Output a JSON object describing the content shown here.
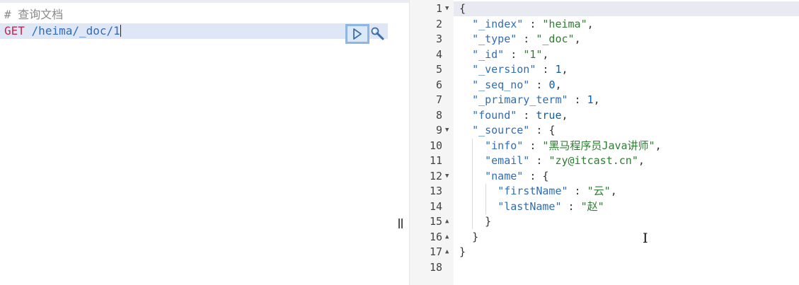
{
  "request": {
    "comment": "# 查询文档",
    "method": "GET",
    "path": "/heima/_doc/1"
  },
  "toolbar": {
    "run_icon": "play-icon",
    "settings_icon": "wrench-icon"
  },
  "response": {
    "line_numbers": [
      "1",
      "2",
      "3",
      "4",
      "5",
      "6",
      "7",
      "8",
      "9",
      "10",
      "11",
      "12",
      "13",
      "14",
      "15",
      "16",
      "17",
      "18"
    ],
    "lines": {
      "l1": "{",
      "l2": {
        "key": "\"_index\"",
        "sep": " : ",
        "value": "\"heima\"",
        "end": ","
      },
      "l3": {
        "key": "\"_type\"",
        "sep": " : ",
        "value": "\"_doc\"",
        "end": ","
      },
      "l4": {
        "key": "\"_id\"",
        "sep": " : ",
        "value": "\"1\"",
        "end": ","
      },
      "l5": {
        "key": "\"_version\"",
        "sep": " : ",
        "value": "1",
        "end": ","
      },
      "l6": {
        "key": "\"_seq_no\"",
        "sep": " : ",
        "value": "0",
        "end": ","
      },
      "l7": {
        "key": "\"_primary_term\"",
        "sep": " : ",
        "value": "1",
        "end": ","
      },
      "l8": {
        "key": "\"found\"",
        "sep": " : ",
        "value": "true",
        "end": ","
      },
      "l9": {
        "key": "\"_source\"",
        "sep": " : ",
        "value": "{"
      },
      "l10": {
        "key": "\"info\"",
        "sep": " : ",
        "value": "\"黑马程序员Java讲师\"",
        "end": ","
      },
      "l11": {
        "key": "\"email\"",
        "sep": " : ",
        "value": "\"zy@itcast.cn\"",
        "end": ","
      },
      "l12": {
        "key": "\"name\"",
        "sep": " : ",
        "value": "{"
      },
      "l13": {
        "key": "\"firstName\"",
        "sep": " : ",
        "value": "\"云\"",
        "end": ","
      },
      "l14": {
        "key": "\"lastName\"",
        "sep": " : ",
        "value": "\"赵\""
      },
      "l15": "}",
      "l16": "}",
      "l17": "}"
    }
  },
  "colors": {
    "method": "#c7254e",
    "key": "#2f6db8",
    "string": "#2e7d32",
    "active_line": "#e8eaf2"
  }
}
